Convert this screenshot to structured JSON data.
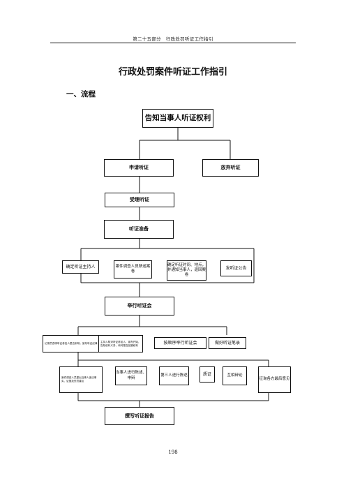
{
  "header": {
    "text": "第二十五部分　行政处罚听证工作指引"
  },
  "title": "行政处罚案件听证工作指引",
  "section_heading": "一、流程",
  "flow": {
    "start": "告知当事人听证权利",
    "apply": "申请听证",
    "waive": "放弃听证",
    "accept": "受理听证",
    "prepare": "听证准备",
    "prep_steps": [
      "确定听证主持人",
      "案件调查人员移送案卷",
      "确定听证时间、地点，并通知当事人，退回案卷",
      "发听证公告"
    ],
    "hold": "举行听证会",
    "hold_steps": [
      "记录员查明听证参加人是否到场，宣布听证纪律",
      "主持人核对听证参加人，宣布开始，告知权利义务，询问是否回避权利",
      "按顺序举行听证会",
      "做好听证笔录"
    ],
    "hearing_steps": [
      "案件调查人员提出当事人违法事实、证据及处罚建议",
      "当事人进行陈述、申辩",
      "第三人进行陈述",
      "质证",
      "互相辩论",
      "征询各方最后意见"
    ],
    "report": "撰写听证报告"
  },
  "page_number": "198"
}
